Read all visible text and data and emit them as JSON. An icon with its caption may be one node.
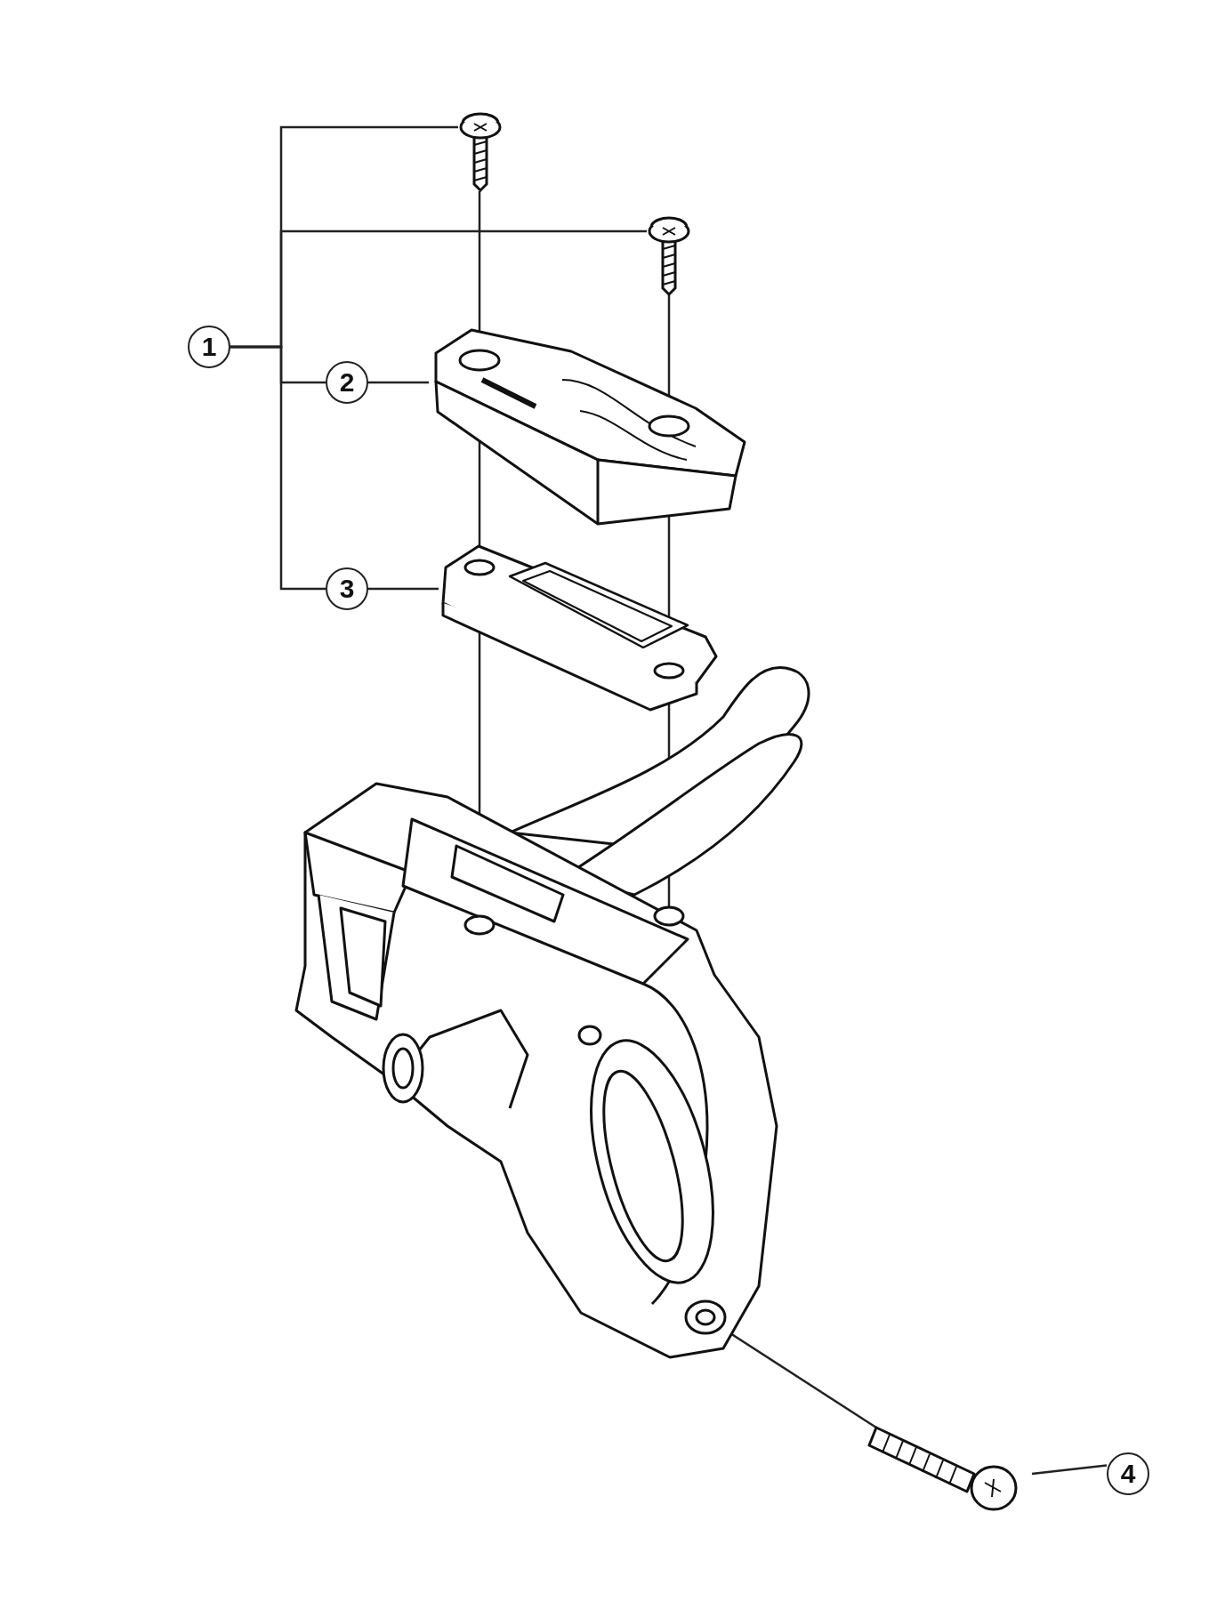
{
  "diagram": {
    "nodes": [
      {
        "text": [
          "1"
        ]
      },
      {
        "text": [
          "2"
        ]
      },
      {
        "text": [
          "3"
        ]
      },
      {
        "text": [
          "4"
        ]
      },
      {
        "text": [],
        "shape": "picture"
      },
      {
        "text": [],
        "shape": "picture"
      },
      {
        "text": [],
        "shape": "picture"
      },
      {
        "text": [],
        "shape": "picture"
      },
      {
        "text": [],
        "shape": "picture"
      },
      {
        "text": [],
        "shape": "picture"
      }
    ],
    "edges": [
      {
        "from": 0,
        "to": 4,
        "arrow": "none"
      },
      {
        "from": 0,
        "to": 5,
        "arrow": "none"
      },
      {
        "from": 0,
        "to": 1,
        "arrow": "none"
      },
      {
        "from": 0,
        "to": 2,
        "arrow": "none"
      },
      {
        "from": 1,
        "to": 6,
        "arrow": "none"
      },
      {
        "from": 2,
        "to": 7,
        "arrow": "none"
      },
      {
        "from": 3,
        "to": 9,
        "arrow": "none"
      },
      {
        "from": 4,
        "to": 6,
        "arrow": "none"
      },
      {
        "from": 5,
        "to": 6,
        "arrow": "none"
      },
      {
        "from": 8,
        "to": 9,
        "arrow": "none"
      },
      {
        "from": 6,
        "to": 7,
        "arrow": "none"
      },
      {
        "from": 6,
        "to": 7,
        "arrow": "none"
      },
      {
        "from": 7,
        "to": 8,
        "arrow": "none"
      },
      {
        "from": 7,
        "to": 8,
        "arrow": "none"
      }
    ]
  }
}
